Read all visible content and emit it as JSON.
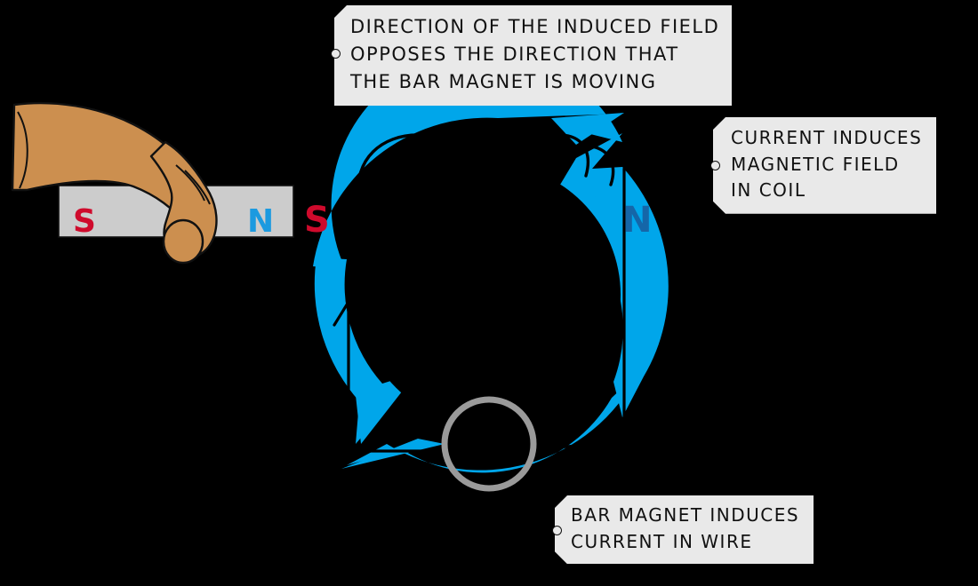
{
  "figure": {
    "title": "Electromagnetic induction - bar magnet moved into a coil",
    "background_color": "#000000"
  },
  "colors": {
    "field_blue": "#00a6ea",
    "pole_north_blue": "#1b9ae0",
    "pole_north_dark_blue": "#1566a8",
    "pole_south_red": "#cf0a2c",
    "magnet_body_gray": "#cccccc",
    "hand_skin": "#cc8f4f",
    "callout_background": "#e9e9e9",
    "callout_text": "#111111",
    "meter_ring_gray": "#9a9a9a",
    "wire_black": "#000000"
  },
  "callouts": [
    {
      "id": "induced-field",
      "lines": [
        "DIRECTION OF THE INDUCED FIELD",
        "OPPOSES THE DIRECTION THAT",
        "THE BAR MAGNET IS MOVING"
      ]
    },
    {
      "id": "coil-field",
      "lines": [
        "CURRENT INDUCES",
        "MAGNETIC FIELD",
        "IN COIL"
      ]
    },
    {
      "id": "bar-magnet-current",
      "lines": [
        "BAR MAGNET INDUCES",
        "CURRENT IN WIRE"
      ]
    }
  ],
  "bar_magnet": {
    "south_label": "S",
    "north_label": "N"
  },
  "coil_field": {
    "south_label": "S",
    "north_label": "N"
  },
  "icons": {
    "hand": "hand-icon",
    "bar_magnet": "bar-magnet-icon",
    "coil": "coil-icon",
    "galvanometer": "galvanometer-icon",
    "field_arrow": "field-arrow-icon",
    "connector_dot": "connector-dot-icon"
  }
}
